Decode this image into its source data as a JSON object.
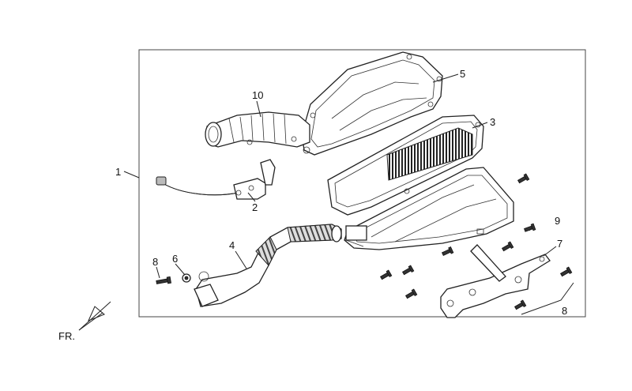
{
  "callouts": {
    "c1": "1",
    "c2": "2",
    "c3": "3",
    "c4": "4",
    "c5": "5",
    "c6": "6",
    "c7": "7",
    "c8a": "8",
    "c8b": "8",
    "c9": "9",
    "c10": "10"
  },
  "direction_label": "FR."
}
